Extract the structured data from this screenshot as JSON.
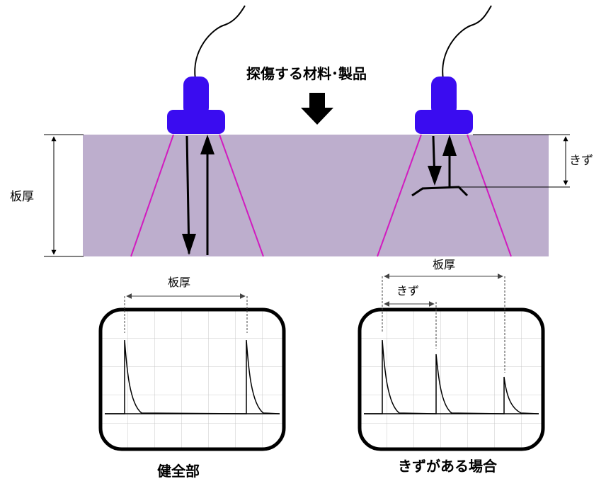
{
  "heading": "探傷する材料･製品",
  "thickness_label": "板厚",
  "flaw_label": "きず",
  "screen_left": {
    "caption": "健全部",
    "dim_label": "板厚"
  },
  "screen_right": {
    "caption": "きずがある場合",
    "dim_label_thickness": "板厚",
    "dim_label_flaw": "きず"
  },
  "colors": {
    "material": "#bdaecd",
    "probe": "#3a0cf0",
    "beam": "#d11bbf",
    "arrow": "#000000"
  }
}
